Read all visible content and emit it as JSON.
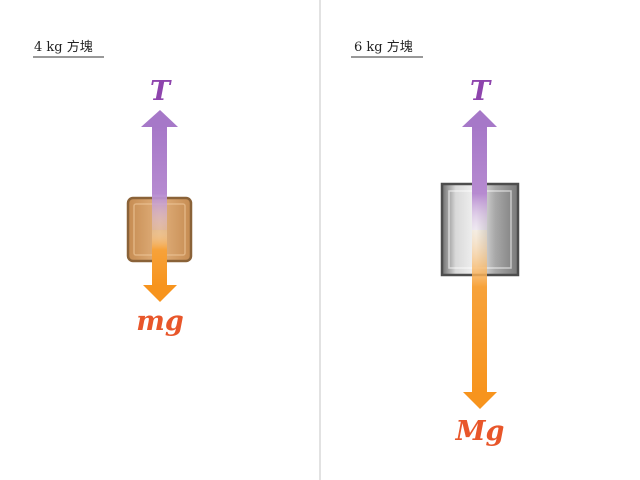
{
  "panels": [
    {
      "label": "4 kg 方塊",
      "block_material": "wood",
      "forces": {
        "up": {
          "symbol": "T",
          "color": "#9b59b6"
        },
        "down": {
          "symbol": "mg",
          "color": "#f39c12",
          "label_color": "#e8562a"
        }
      }
    },
    {
      "label": "6 kg 方塊",
      "block_material": "metal",
      "forces": {
        "up": {
          "symbol": "T",
          "color": "#9b59b6"
        },
        "down": {
          "symbol": "Mg",
          "color": "#f39c12",
          "label_color": "#e8562a"
        }
      }
    }
  ],
  "colors": {
    "tension": "#9b59b6",
    "weight_arrow": "#f7941d",
    "weight_label": "#e8562a",
    "divider": "#d9d9d9",
    "wood_fill": "#d9a46b",
    "wood_border": "#8a6238",
    "metal_border": "#4d4d4d"
  }
}
